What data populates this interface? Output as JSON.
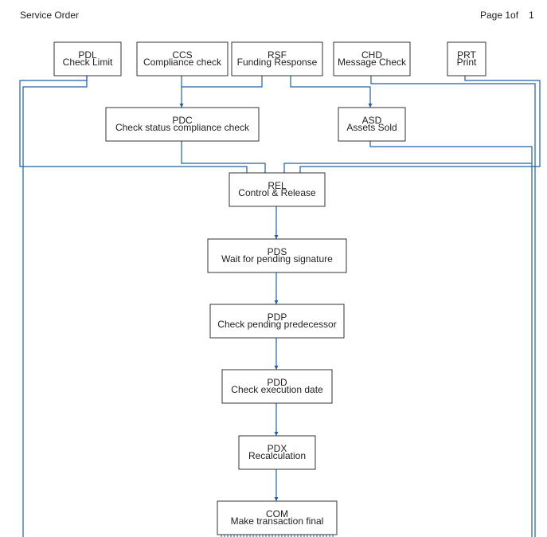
{
  "header": {
    "title": "Service Order",
    "page_label": "Page 1of",
    "page_number": "1"
  },
  "nodes": [
    {
      "id": "PDL",
      "code": "PDL",
      "label": "Check Limit"
    },
    {
      "id": "CCS",
      "code": "CCS",
      "label": "Compliance check"
    },
    {
      "id": "RSF",
      "code": "RSF",
      "label": "Funding Response"
    },
    {
      "id": "CHD",
      "code": "CHD",
      "label": "Message Check"
    },
    {
      "id": "PRT",
      "code": "PRT",
      "label": "Print"
    },
    {
      "id": "PDC",
      "code": "PDC",
      "label": "Check status compliance check"
    },
    {
      "id": "ASD",
      "code": "ASD",
      "label": "Assets Sold"
    },
    {
      "id": "REL",
      "code": "REL",
      "label": "Control & Release"
    },
    {
      "id": "PDS",
      "code": "PDS",
      "label": "Wait for pending signature"
    },
    {
      "id": "PDP",
      "code": "PDP",
      "label": "Check pending predecessor"
    },
    {
      "id": "PDD",
      "code": "PDD",
      "label": "Check execution date"
    },
    {
      "id": "PDX",
      "code": "PDX",
      "label": "Recalculation"
    },
    {
      "id": "COM",
      "code": "COM",
      "label": "Make transaction final"
    }
  ]
}
